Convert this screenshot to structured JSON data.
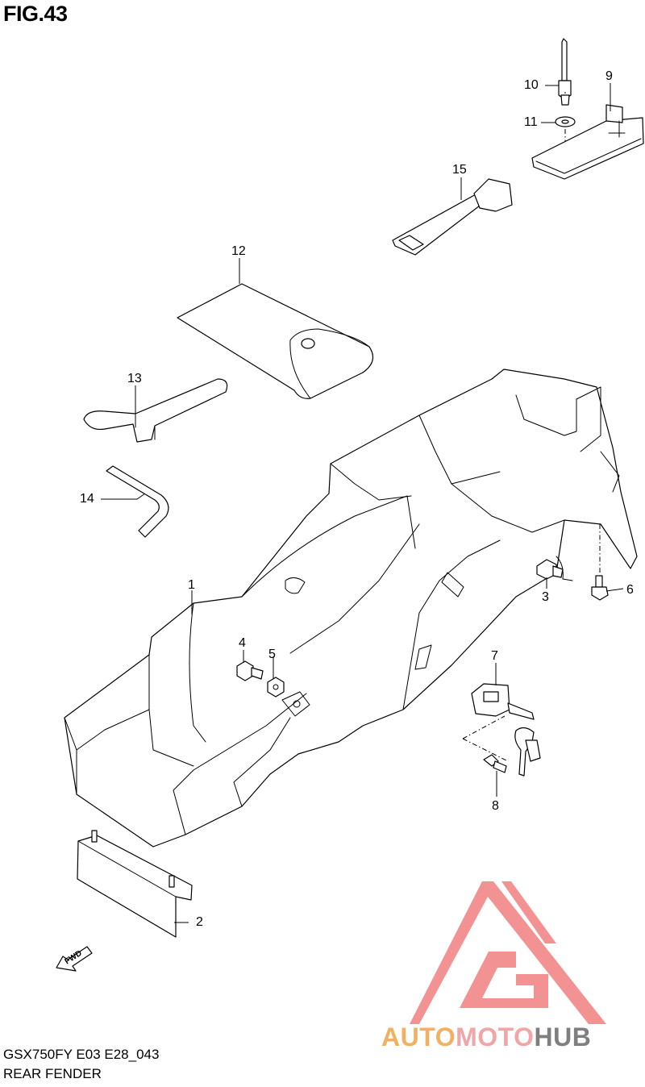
{
  "figure": {
    "title": "FIG.43"
  },
  "callouts": [
    {
      "id": "1",
      "label": "1"
    },
    {
      "id": "2",
      "label": "2"
    },
    {
      "id": "3",
      "label": "3"
    },
    {
      "id": "4",
      "label": "4"
    },
    {
      "id": "5",
      "label": "5"
    },
    {
      "id": "6",
      "label": "6"
    },
    {
      "id": "7",
      "label": "7"
    },
    {
      "id": "8",
      "label": "8"
    },
    {
      "id": "9",
      "label": "9"
    },
    {
      "id": "10",
      "label": "10"
    },
    {
      "id": "11",
      "label": "11"
    },
    {
      "id": "12",
      "label": "12"
    },
    {
      "id": "13",
      "label": "13"
    },
    {
      "id": "14",
      "label": "14"
    },
    {
      "id": "15",
      "label": "15"
    }
  ],
  "direction_arrow": {
    "label": "FWD"
  },
  "footer": {
    "model_code": "GSX750FY E03 E28_043",
    "section_name": "REAR FENDER"
  },
  "watermark": {
    "logo_icon": "triangle-m-logo-icon",
    "word_parts": [
      "AUTO",
      "MOTO",
      "HUB"
    ],
    "colors": {
      "auto": "#f2b062",
      "moto": "#f0a6a6",
      "hub": "#7f7f7f",
      "logo": "#f07f7f"
    }
  }
}
